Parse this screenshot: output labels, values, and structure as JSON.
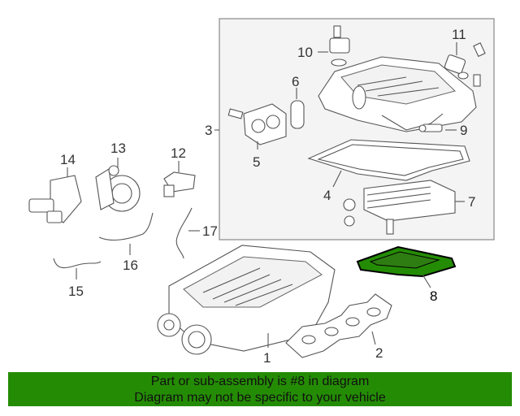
{
  "diagram": {
    "callouts": [
      "1",
      "2",
      "3",
      "4",
      "5",
      "6",
      "7",
      "8",
      "9",
      "10",
      "11",
      "12",
      "13",
      "14",
      "15",
      "16",
      "17"
    ],
    "highlighted_part": "8",
    "highlight_color": "#248c04"
  },
  "banner": {
    "line1": "Part or sub-assembly is #8 in diagram",
    "line2": "Diagram may not be specific to your vehicle",
    "color": "#248c04"
  }
}
